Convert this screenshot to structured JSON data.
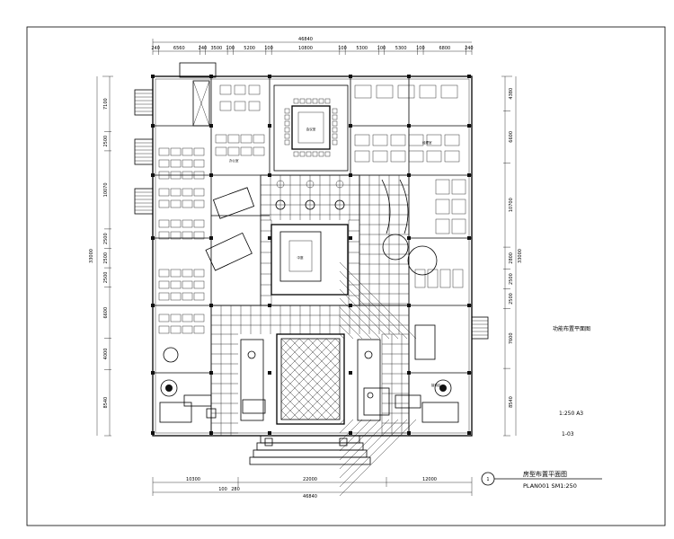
{
  "drawing": {
    "title_cn": "房型布置平面图",
    "title_en": "PLAN001 SM1:250",
    "side_title": "功能布置平面图",
    "scale": "1:250 A3",
    "sheet_no": "1-03",
    "index_mark": "1"
  },
  "dimensions": {
    "top_total": "46840",
    "top_segments": [
      "240",
      "6560",
      "240",
      "3500",
      "100",
      "5200",
      "100",
      "10800",
      "100",
      "5300",
      "100",
      "5300",
      "100",
      "6800",
      "240"
    ],
    "bottom_total": "46840",
    "bottom_segments": [
      "10300",
      "22000",
      "12000"
    ],
    "bottom_sub": [
      "100",
      "280"
    ],
    "left_total": "33000",
    "left_segments": [
      "7100",
      "2500",
      "10070",
      "2500",
      "2500",
      "2500",
      "6600",
      "4000",
      "8540"
    ],
    "right_total": "33000",
    "right_segments": [
      "4380",
      "6600",
      "10700",
      "2800",
      "2500",
      "2500",
      "7600",
      "8540"
    ]
  },
  "rooms": {
    "conference": "会议室",
    "courtyard": "中庭",
    "office_a": "办公室",
    "office_b": "经理室",
    "lounge": "接待区"
  }
}
